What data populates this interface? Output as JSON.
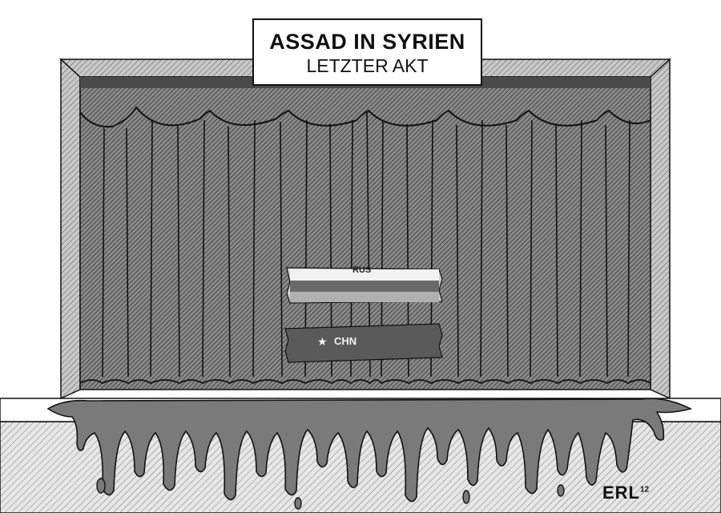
{
  "sign": {
    "title": "ASSAD IN SYRIEN",
    "subtitle": "LETZTER AKT"
  },
  "tapes": {
    "top_label": "RUS",
    "bottom_label": "CHN",
    "star_glyph": "★"
  },
  "signature": {
    "name": "ERL",
    "year": "12"
  },
  "colors": {
    "ink": "#111111",
    "curtain": "#6e6e6e",
    "frame": "#9a9a9a",
    "blood": "#7a7a7a",
    "floor": "#d9d9d9",
    "paper": "#ffffff"
  }
}
